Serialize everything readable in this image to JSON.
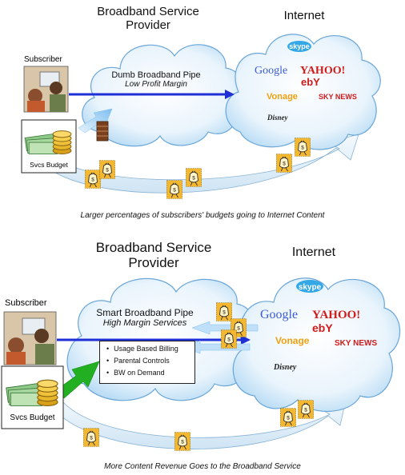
{
  "top_panel": {
    "provider_title_l1": "Broadband Service",
    "provider_title_l2": "Provider",
    "internet_title": "Internet",
    "subscriber_label": "Subscriber",
    "pipe_label": "Dumb Broadband Pipe",
    "pipe_sub": "Low Profit Margin",
    "budget_label": "Svcs Budget",
    "caption": "Larger percentages of subscribers' budgets going to Internet Content"
  },
  "bottom_panel": {
    "provider_title_l1": "Broadband Service",
    "provider_title_l2": "Provider",
    "internet_title": "Internet",
    "subscriber_label": "Subscriber",
    "pipe_label": "Smart Broadband Pipe",
    "pipe_sub": "High Margin Services",
    "services": [
      "Usage Based Billing",
      "Parental Controls",
      "BW on Demand"
    ],
    "budget_label": "Svcs Budget",
    "caption": "More Content Revenue Goes to the Broadband Service"
  },
  "logos": {
    "skype": "skype",
    "google": "Google",
    "yahoo": "YAHOO!",
    "ebay": "ebY",
    "vonage": "Vonage",
    "skynews": "SKY NEWS",
    "disney": "Disney"
  },
  "colors": {
    "pipe_arrow": "#1f2fd6",
    "green_arrow": "#22b022",
    "light_arrow": "#9fd0f5",
    "money_bag": "#f3b730",
    "curve_fill": "#dfeefa"
  }
}
